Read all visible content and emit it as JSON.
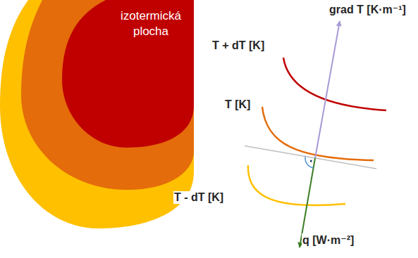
{
  "diagram": {
    "nodes": [
      {
        "text": [
          "izotermická plocha"
        ]
      }
    ],
    "labels": [
      "grad T [K·m⁻¹]",
      "T + dT [K]",
      "T [K]",
      "T - dT [K]",
      "q [W·m⁻²]"
    ]
  }
}
